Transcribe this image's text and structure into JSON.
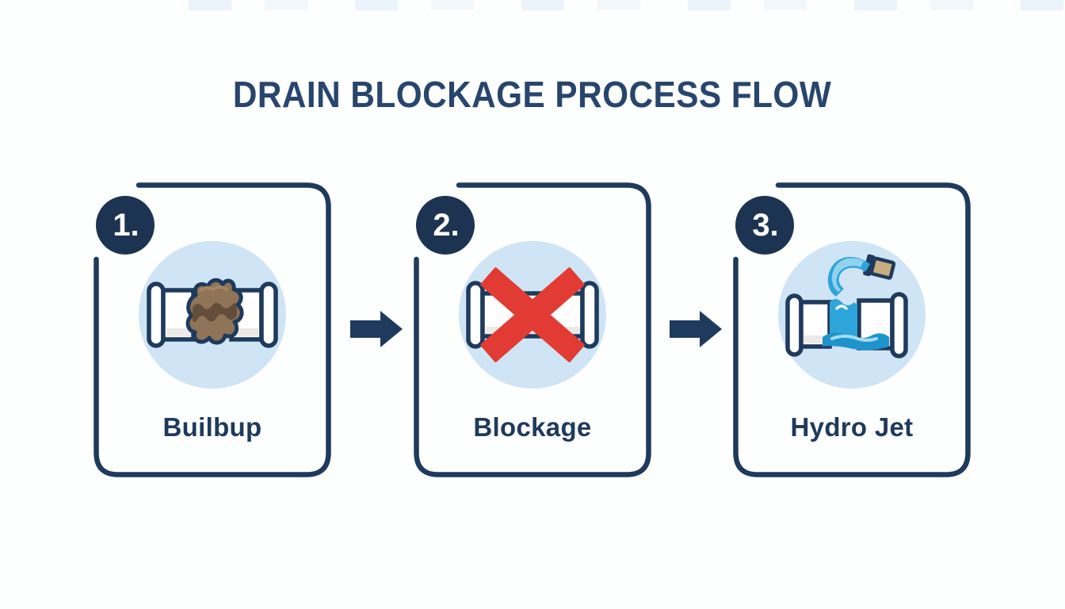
{
  "page": {
    "title": "DRAIN BLOCKAGE PROCESS FLOW"
  },
  "steps": [
    {
      "number": "1.",
      "label": "Builbup",
      "icon": "buildup-pipe-icon"
    },
    {
      "number": "2.",
      "label": "Blockage",
      "icon": "blocked-pipe-icon"
    },
    {
      "number": "3.",
      "label": "Hydro Jet",
      "icon": "hydrojet-pipe-icon"
    }
  ],
  "arrow_icon": "right-arrow-icon",
  "colors": {
    "navy_outline": "#1e3a5c",
    "badge_navy": "#1c3451",
    "title_navy": "#27456d",
    "light_blue_circle": "#cfe4f4",
    "red_x": "#e23b33",
    "gunk_brown": "#8f7457",
    "gunk_dark_brown": "#5e4935",
    "water_blue": "#2da4da",
    "water_dark_blue": "#1f93cc",
    "water_light_blue": "#a5dbf2",
    "nozzle_tan": "#c9ad80",
    "pipe_white": "#ffffff",
    "background": "#fdfefe"
  }
}
